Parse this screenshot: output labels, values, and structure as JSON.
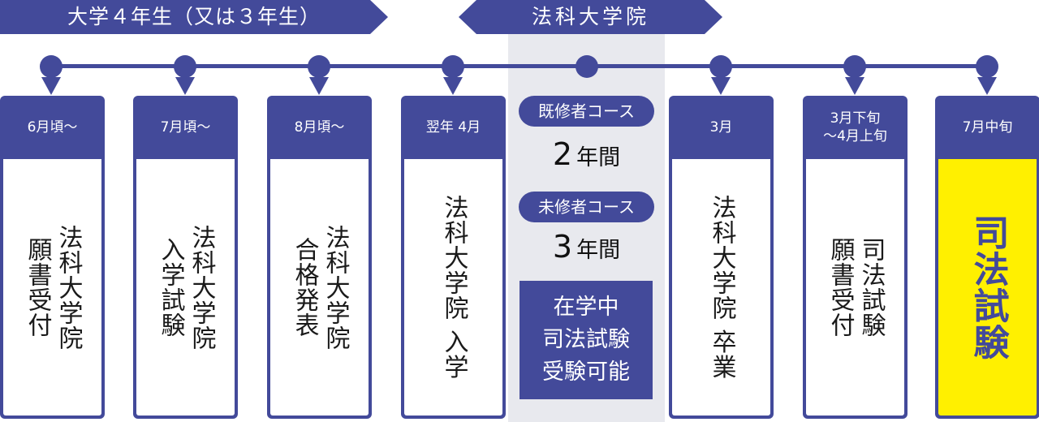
{
  "phases": {
    "undergrad": "大学４年生（又は３年生）",
    "lawschool": "法科大学院"
  },
  "steps": [
    {
      "id": "card-1",
      "head": "6月頃〜",
      "body": [
        "法科大学院",
        "願書受付"
      ]
    },
    {
      "id": "card-2",
      "head": "7月頃〜",
      "body": [
        "法科大学院",
        "入学試験"
      ]
    },
    {
      "id": "card-3",
      "head": "8月頃〜",
      "body": [
        "法科大学院",
        "合格発表"
      ]
    },
    {
      "id": "card-4",
      "head": "翌年 4月",
      "body": [
        "法科大学院 入学"
      ]
    },
    {
      "id": "card-6",
      "head": "3月",
      "body": [
        "法科大学院 卒業"
      ]
    },
    {
      "id": "card-7",
      "head": "3月下旬\n〜4月上旬",
      "body": [
        "司法試験",
        "願書受付"
      ]
    },
    {
      "id": "card-exam",
      "head": "7月中旬",
      "body": [
        "司法試験"
      ]
    }
  ],
  "courses": {
    "experienced": {
      "label": "既修者コース",
      "years": "2",
      "unit": "年間"
    },
    "inexperienced": {
      "label": "未修者コース",
      "years": "3",
      "unit": "年間"
    }
  },
  "enrolled_note": [
    "在学中",
    "司法試験",
    "受験可能"
  ],
  "colors": {
    "navy": "#434a9a",
    "highlight": "#fff000",
    "band": "#e8e9ee"
  }
}
